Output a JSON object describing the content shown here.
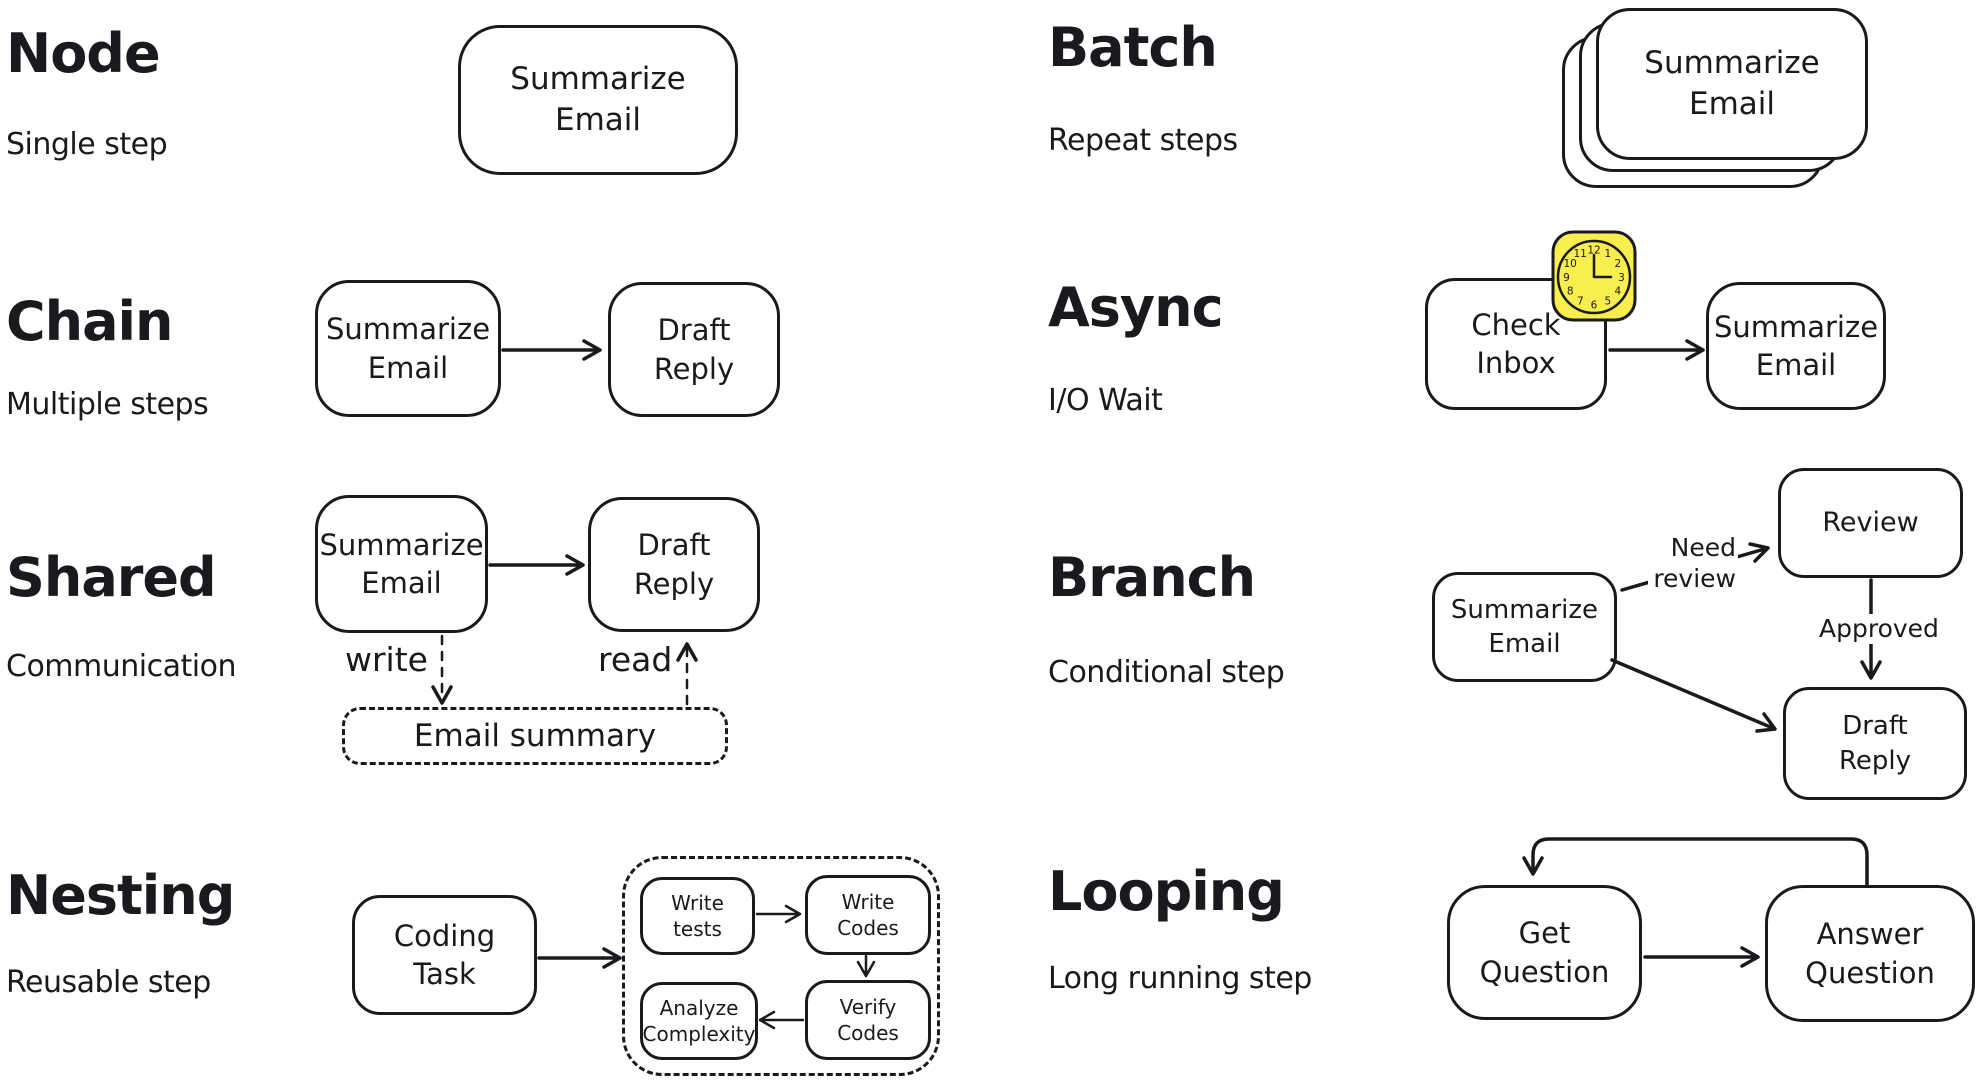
{
  "colors": {
    "ink": "#1a1a1e",
    "background": "#ffffff",
    "clock_fill": "#f8ee4e"
  },
  "node": {
    "title": "Node",
    "subtitle": "Single step",
    "box": [
      "Summarize",
      "Email"
    ]
  },
  "chain": {
    "title": "Chain",
    "subtitle": "Multiple steps",
    "box1": [
      "Summarize",
      "Email"
    ],
    "box2": [
      "Draft",
      "Reply"
    ]
  },
  "shared": {
    "title": "Shared",
    "subtitle": "Communication",
    "box1": [
      "Summarize",
      "Email"
    ],
    "box2": [
      "Draft",
      "Reply"
    ],
    "write_label": "write",
    "read_label": "read",
    "store": "Email summary"
  },
  "nesting": {
    "title": "Nesting",
    "subtitle": "Reusable step",
    "box": [
      "Coding",
      "Task"
    ],
    "write_tests": [
      "Write",
      "tests"
    ],
    "write_codes": [
      "Write",
      "Codes"
    ],
    "analyze": [
      "Analyze",
      "Complexity"
    ],
    "verify": [
      "Verify",
      "Codes"
    ]
  },
  "batch": {
    "title": "Batch",
    "subtitle": "Repeat steps",
    "box": [
      "Summarize",
      "Email"
    ]
  },
  "async": {
    "title": "Async",
    "subtitle": "I/O Wait",
    "box1": [
      "Check",
      "Inbox"
    ],
    "box2": [
      "Summarize",
      "Email"
    ],
    "clock_numbers": [
      "1",
      "2",
      "3",
      "4",
      "5",
      "6",
      "7",
      "8",
      "9",
      "10",
      "11",
      "12"
    ]
  },
  "branch": {
    "title": "Branch",
    "subtitle": "Conditional step",
    "source": [
      "Summarize",
      "Email"
    ],
    "review": "Review",
    "draft": [
      "Draft",
      "Reply"
    ],
    "need_review": [
      "Need",
      "review"
    ],
    "approved": "Approved"
  },
  "looping": {
    "title": "Looping",
    "subtitle": "Long running step",
    "box1": [
      "Get",
      "Question"
    ],
    "box2": [
      "Answer",
      "Question"
    ]
  }
}
